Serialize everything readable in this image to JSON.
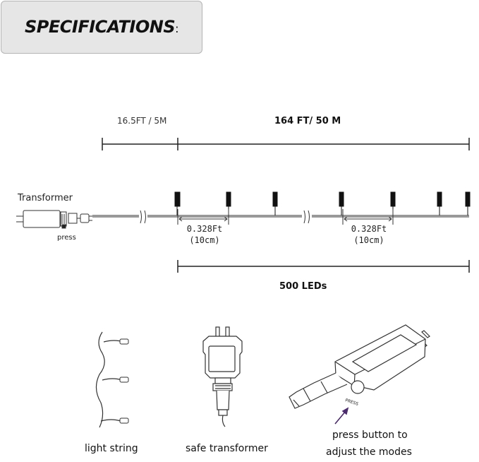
{
  "header": {
    "title": "SPECIFICATIONS",
    "title_suffix": ":"
  },
  "dimensions": {
    "lead_length": "16.5FT / 5M",
    "total_length": "164 FT/ 50 M",
    "led_count": "500 LEDs"
  },
  "spacing": [
    {
      "feet": "0.328Ft",
      "cm": "(10cm)"
    },
    {
      "feet": "0.328Ft",
      "cm": "(10cm)"
    }
  ],
  "transformer": {
    "label": "Transformer",
    "press_label": "press"
  },
  "illustrations": {
    "light_string": "light string",
    "safe_transformer": "safe transformer",
    "press_button_line1": "press button to",
    "press_button_line2": "adjust the modes",
    "press_tag": "PRESS"
  }
}
